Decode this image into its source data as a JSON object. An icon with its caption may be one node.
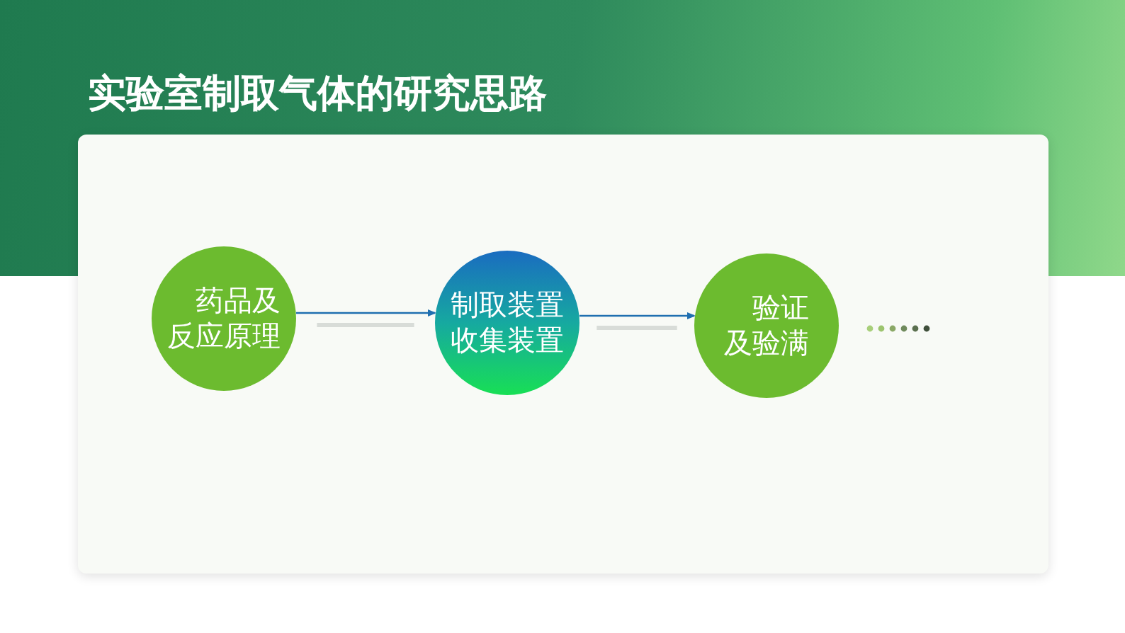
{
  "diagram": {
    "title": "实验室制取气体的研究思路",
    "nodes": [
      {
        "text": [
          "药品及反应原理"
        ]
      },
      {
        "text": [
          "制取装置",
          "收集装置"
        ]
      },
      {
        "text": [
          "验证及验满"
        ]
      }
    ],
    "edges": [
      {
        "from": 0,
        "to": 1,
        "arrow": "to"
      },
      {
        "from": 1,
        "to": 2,
        "arrow": "to"
      }
    ]
  }
}
